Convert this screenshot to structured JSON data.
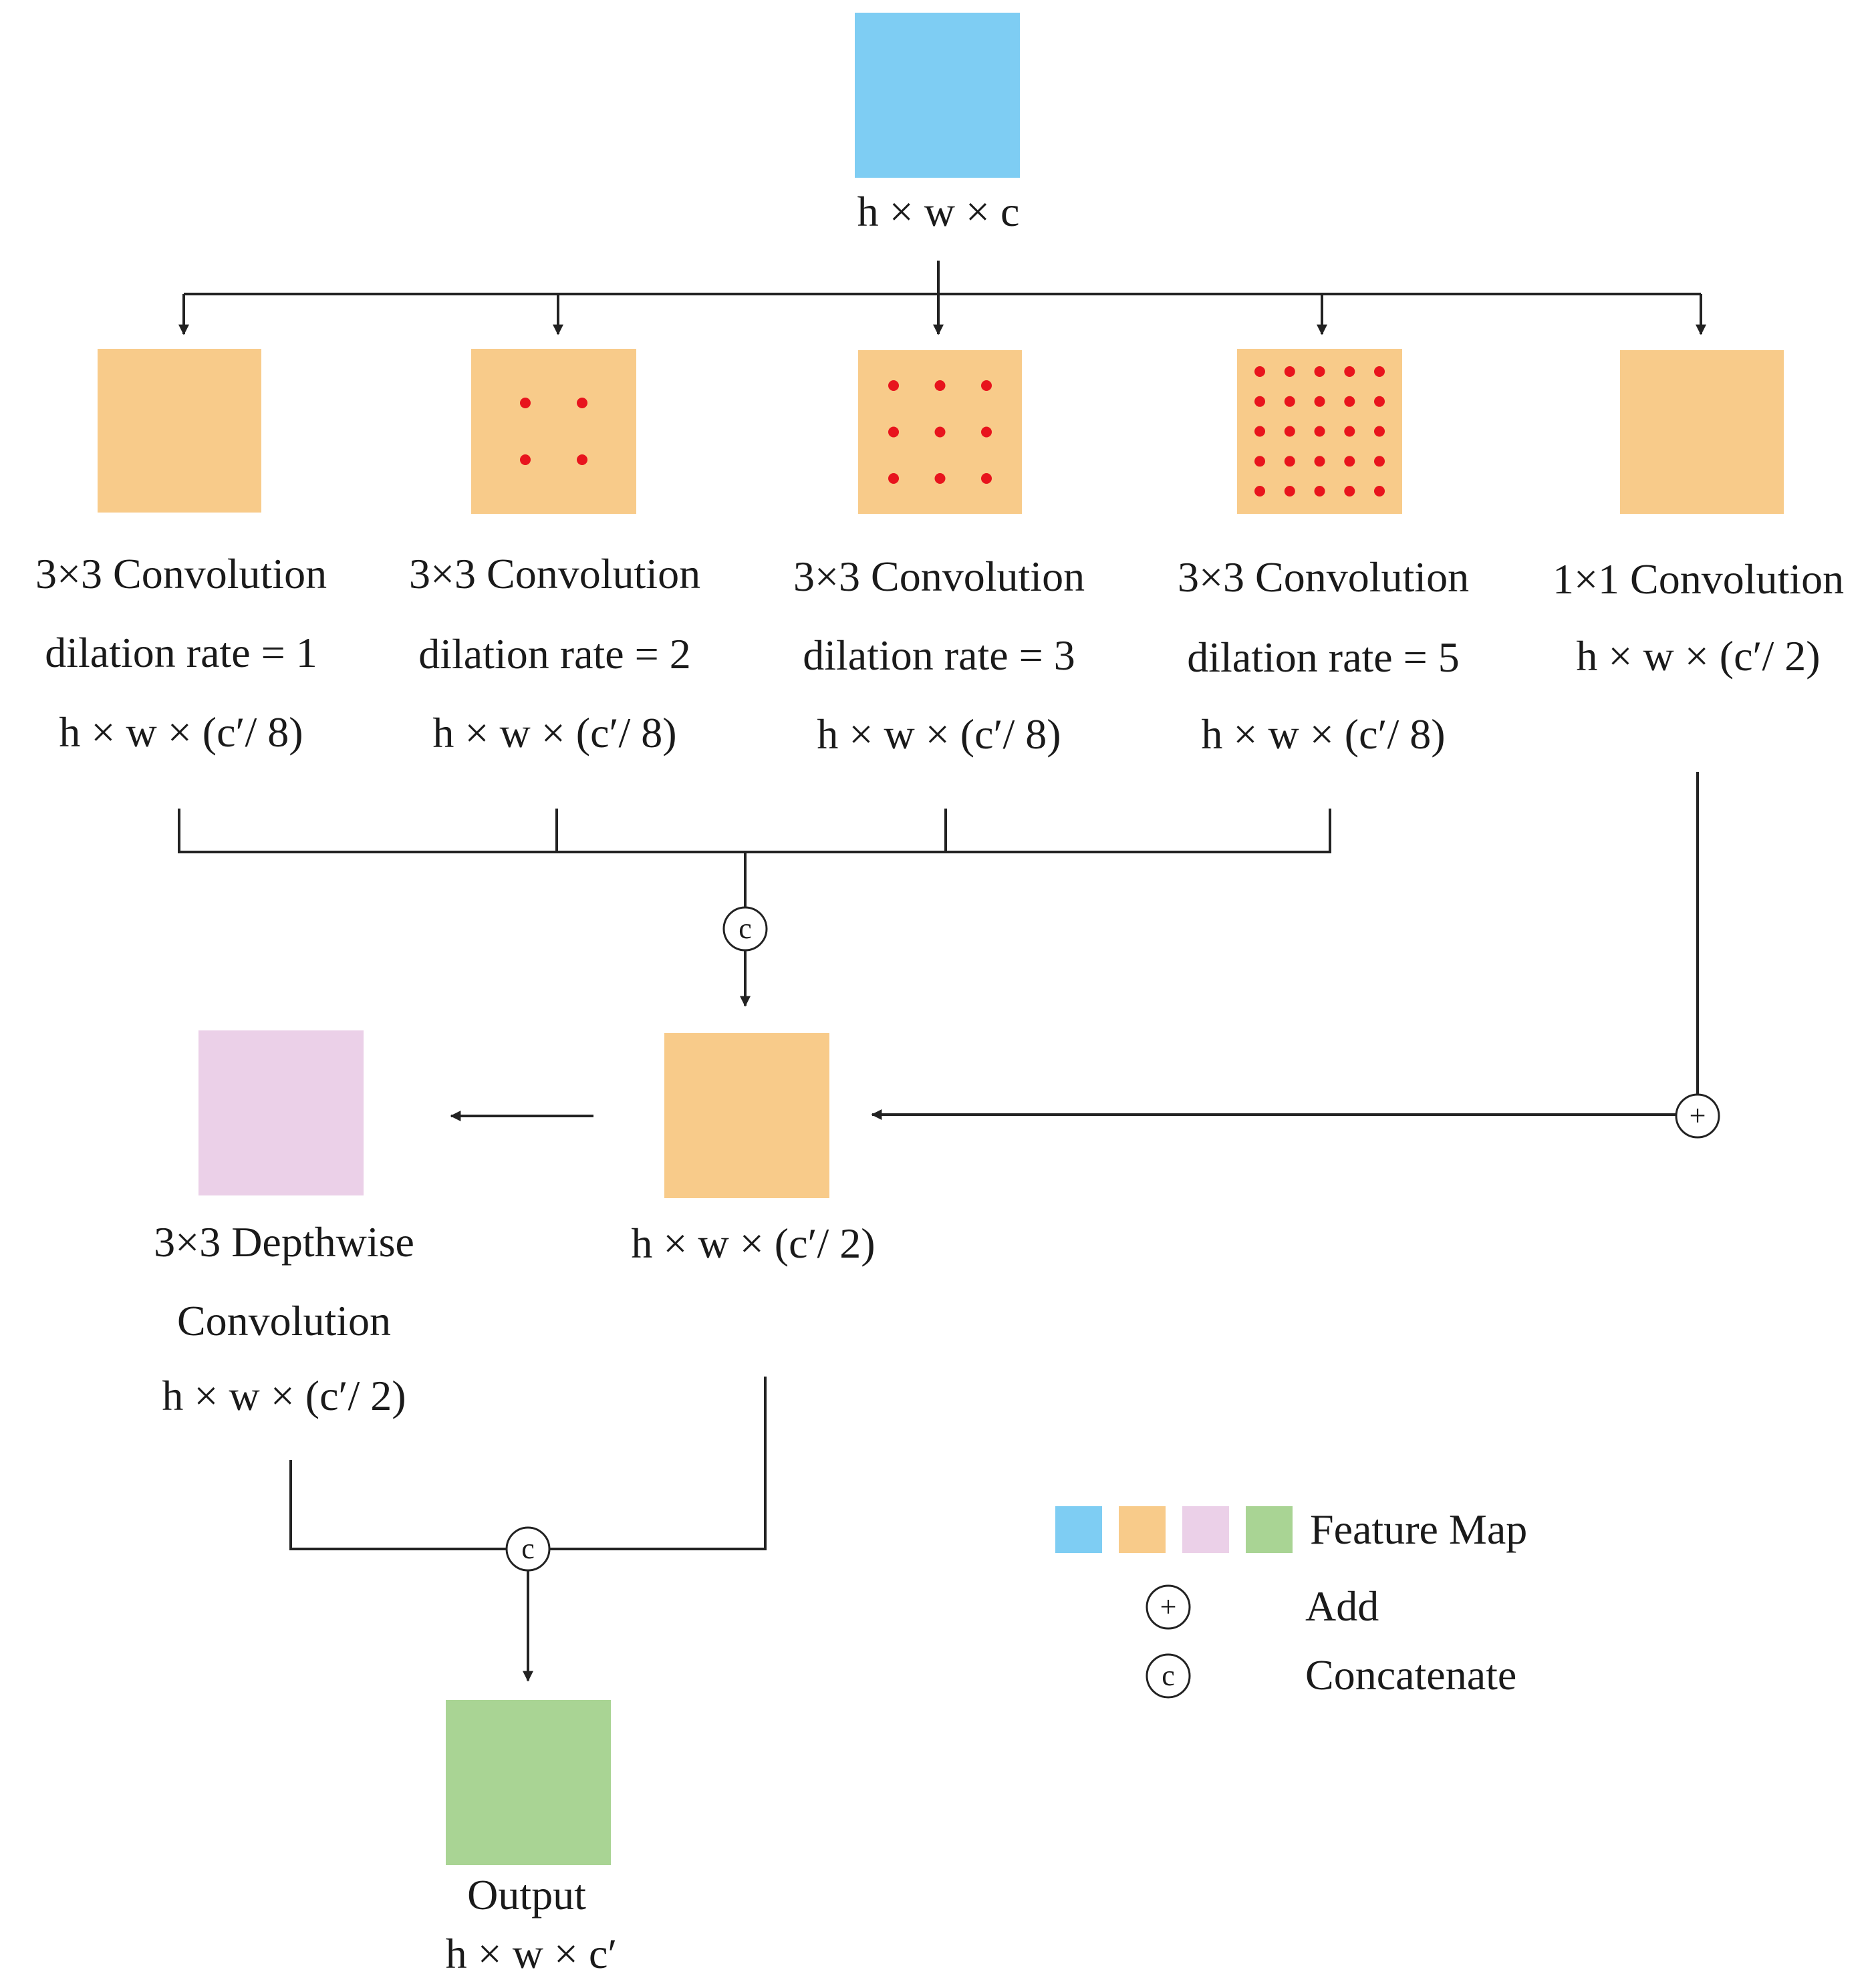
{
  "colors": {
    "input": "#7ecdf3",
    "intermediate": "#f8cb8a",
    "depthwise": "#ebd0e8",
    "output": "#a9d494",
    "dot": "#e8141d",
    "line": "#222222"
  },
  "input_block": {
    "label": "h × w × c"
  },
  "branches": [
    {
      "name": "3×3 Convolution",
      "detail": "dilation rate = 1",
      "shape": "h × w × (c′/ 8)",
      "dots": 1
    },
    {
      "name": "3×3 Convolution",
      "detail": "dilation rate = 2",
      "shape": "h × w × (c′/ 8)",
      "dots": 2
    },
    {
      "name": "3×3 Convolution",
      "detail": "dilation rate = 3",
      "shape": "h × w × (c′/ 8)",
      "dots": 3
    },
    {
      "name": "3×3 Convolution",
      "detail": "dilation rate = 5",
      "shape": "h × w × (c′/ 8)",
      "dots": 5
    },
    {
      "name": "1×1 Convolution",
      "detail": "h × w × (c′/ 2)",
      "shape": "",
      "dots": 0
    }
  ],
  "merged_block": {
    "label": "h × w × (c′/ 2)"
  },
  "depthwise_block": {
    "line1": "3×3 Depthwise",
    "line2": "Convolution",
    "line3": "h × w × (c′/ 2)"
  },
  "output_block": {
    "line1": "Output",
    "line2": "h × w × c′"
  },
  "symbols": {
    "concat": "c",
    "add": "+"
  },
  "legend": {
    "feature_map": "Feature Map",
    "add": "Add",
    "concatenate": "Concatenate"
  }
}
